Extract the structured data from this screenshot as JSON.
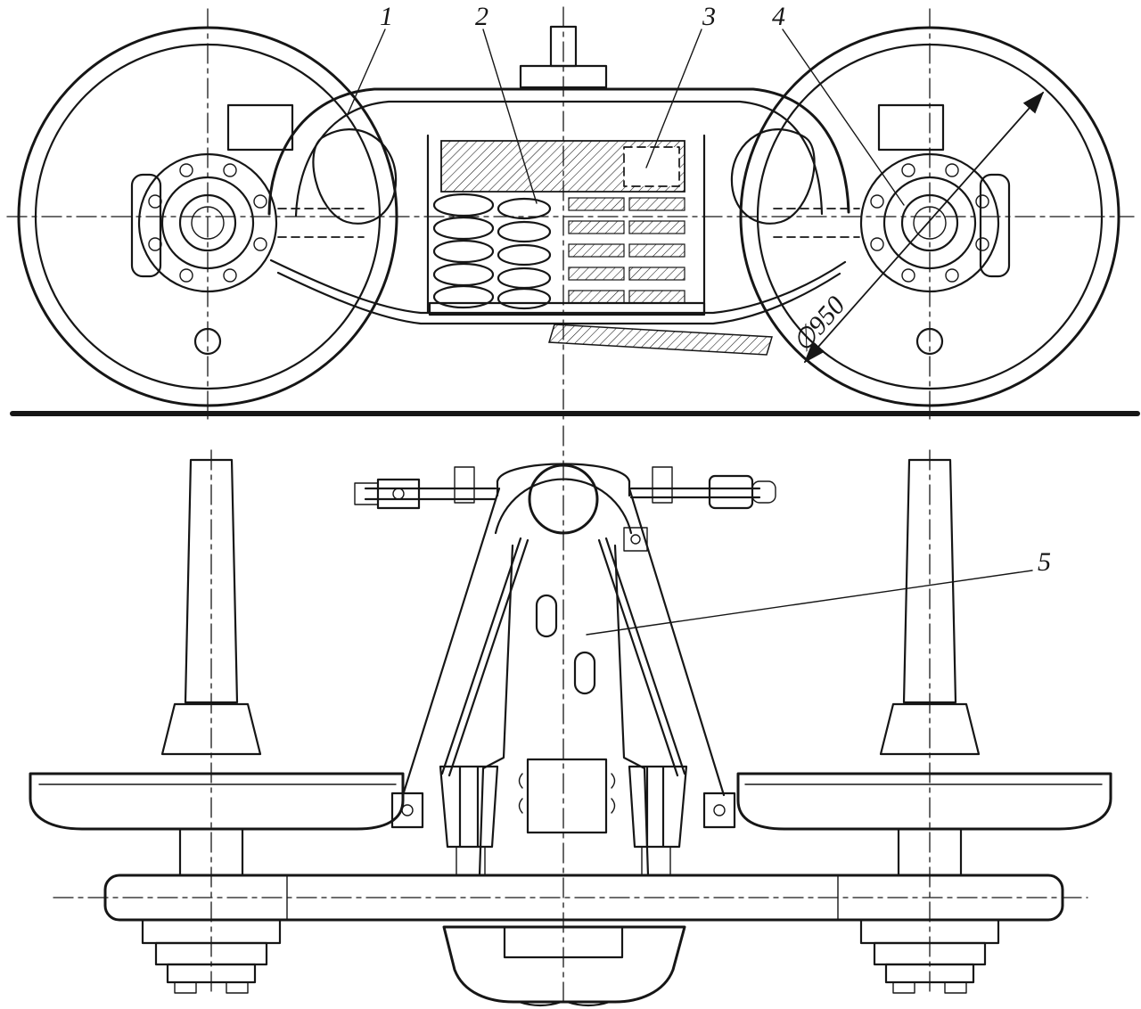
{
  "figure": {
    "colors": {
      "ink": "#161616",
      "paper": "#ffffff"
    }
  },
  "callouts": [
    {
      "label": "1"
    },
    {
      "label": "2"
    },
    {
      "label": "3"
    },
    {
      "label": "4"
    },
    {
      "label": "5"
    }
  ],
  "dimension": {
    "wheel_diameter": "∅950"
  }
}
